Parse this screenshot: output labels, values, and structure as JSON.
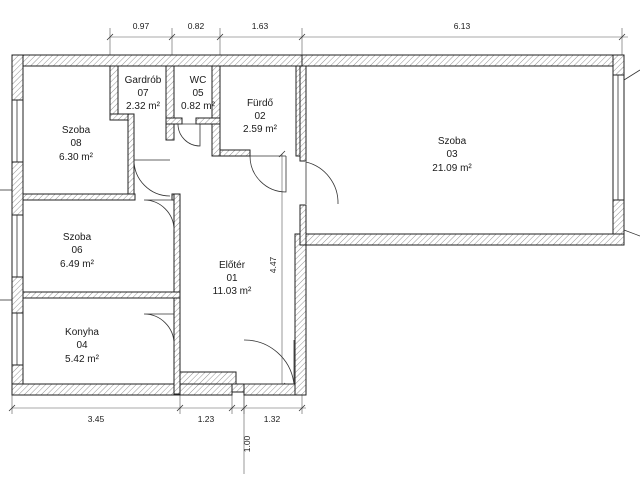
{
  "rooms": [
    {
      "id": "gardrob",
      "name": "Gardrób",
      "number": "07",
      "area": "2.32 m²"
    },
    {
      "id": "wc",
      "name": "WC",
      "number": "05",
      "area": "0.82 m²"
    },
    {
      "id": "furdo",
      "name": "Fürdő",
      "number": "02",
      "area": "2.59 m²"
    },
    {
      "id": "szoba08",
      "name": "Szoba",
      "number": "08",
      "area": "6.30 m²"
    },
    {
      "id": "szoba03",
      "name": "Szoba",
      "number": "03",
      "area": "21.09 m²"
    },
    {
      "id": "szoba06",
      "name": "Szoba",
      "number": "06",
      "area": "6.49 m²"
    },
    {
      "id": "eloter",
      "name": "Előtér",
      "number": "01",
      "area": "11.03 m²"
    },
    {
      "id": "konyha",
      "name": "Konyha",
      "number": "04",
      "area": "5.42 m²"
    }
  ],
  "dimensions": {
    "top": [
      "0.97",
      "0.82",
      "1.63",
      "6.13"
    ],
    "bottom": [
      "3.45",
      "1.23",
      "1.32"
    ],
    "vertical_hall": "4.47",
    "vertical_entry": "1.00"
  }
}
